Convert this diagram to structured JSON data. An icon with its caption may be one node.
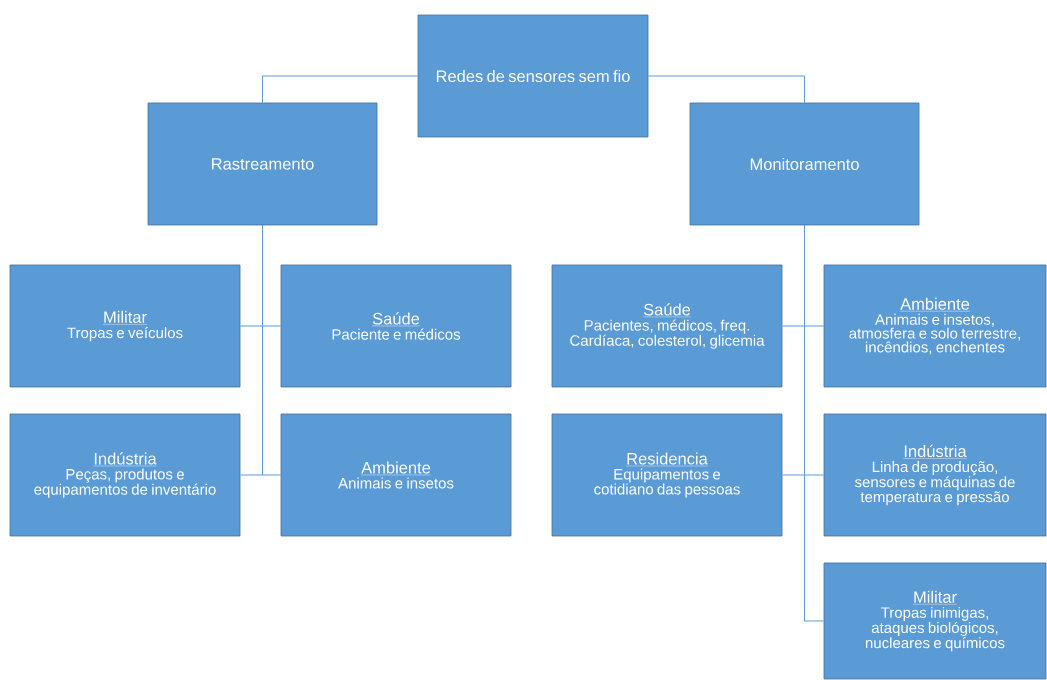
{
  "diagram": {
    "nodes": [
      {
        "text": [
          "Redes de sensores sem fio"
        ]
      },
      {
        "text": [
          "Rastreamento"
        ]
      },
      {
        "text": [
          "Monitoramento"
        ]
      },
      {
        "text": [
          "Militar",
          "Tropas e veículos"
        ]
      },
      {
        "text": [
          "Saúde",
          "Paciente e médicos"
        ]
      },
      {
        "text": [
          "Indústria",
          "Peças, produtos e equipamentos de inventário"
        ]
      },
      {
        "text": [
          "Ambiente",
          "Animais e insetos"
        ]
      },
      {
        "text": [
          "Saúde",
          "Pacientes, médicos, freq. Cardíaca, colesterol, glicemia"
        ]
      },
      {
        "text": [
          "Ambiente",
          "Animais e insetos, atmosfera e solo terrestre, incêndios, enchentes"
        ]
      },
      {
        "text": [
          "Residencia",
          "Equipamentos e cotidiano das pessoas"
        ]
      },
      {
        "text": [
          "Indústria",
          "Linha de produção, sensores e máquinas de temperatura e pressão"
        ]
      },
      {
        "text": [
          "Militar",
          "Tropas inimigas, ataques biológicos, nucleares e químicos"
        ]
      }
    ],
    "edges": [
      {
        "from": 0,
        "to": 1,
        "arrow": "none"
      },
      {
        "from": 0,
        "to": 2,
        "arrow": "none"
      },
      {
        "from": 1,
        "to": 3,
        "arrow": "none"
      },
      {
        "from": 1,
        "to": 4,
        "arrow": "none"
      },
      {
        "from": 1,
        "to": 5,
        "arrow": "none"
      },
      {
        "from": 1,
        "to": 6,
        "arrow": "none"
      },
      {
        "from": 2,
        "to": 7,
        "arrow": "none"
      },
      {
        "from": 2,
        "to": 8,
        "arrow": "none"
      },
      {
        "from": 2,
        "to": 9,
        "arrow": "none"
      },
      {
        "from": 2,
        "to": 10,
        "arrow": "none"
      },
      {
        "from": 2,
        "to": 11,
        "arrow": "none"
      }
    ]
  }
}
